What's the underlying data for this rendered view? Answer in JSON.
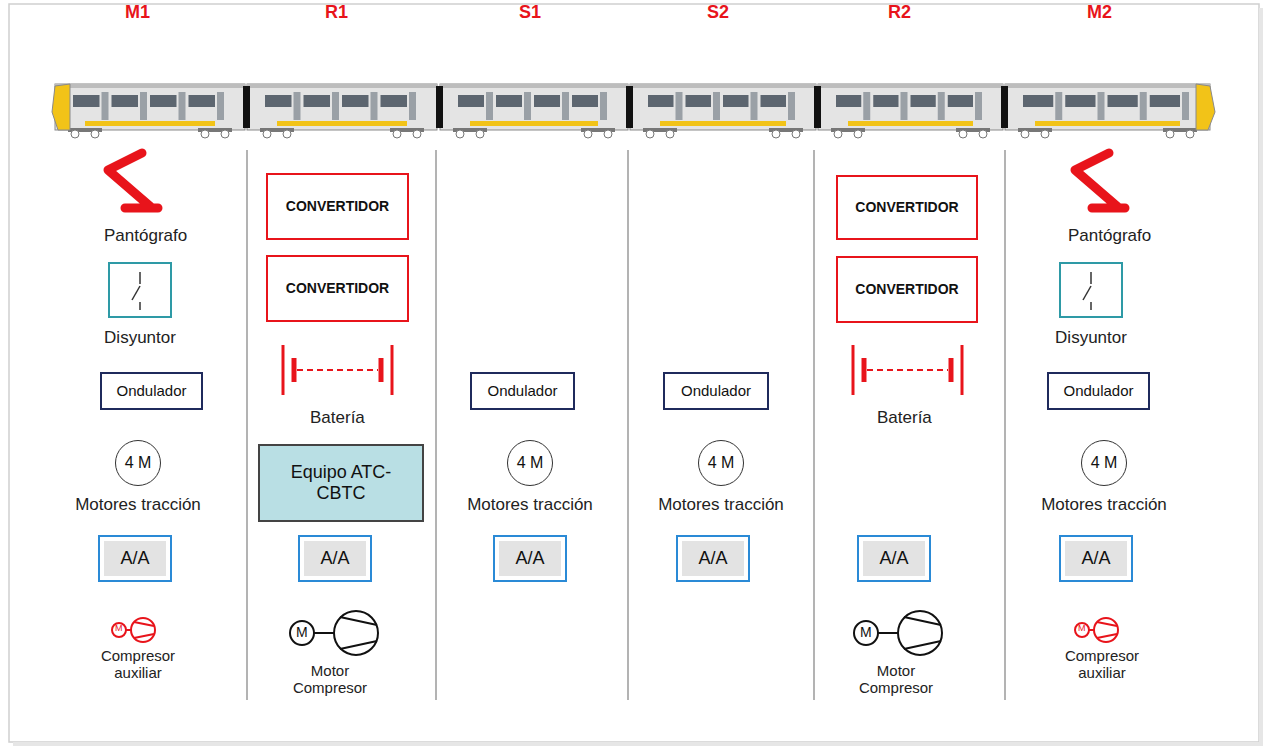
{
  "diagram": {
    "nodes": [
      {
        "text": [
          "CONVERTIDOR"
        ]
      },
      {
        "text": [
          "CONVERTIDOR"
        ]
      },
      {
        "text": [
          "Disyuntor"
        ]
      },
      {
        "text": [
          "CONVERTIDOR"
        ]
      },
      {
        "text": [
          "CONVERTIDOR"
        ]
      },
      {
        "text": [
          "Disyuntor"
        ]
      },
      {
        "text": [
          "Ondulador"
        ]
      },
      {
        "text": [
          "Ondulador"
        ]
      },
      {
        "text": [
          "Ondulador"
        ]
      },
      {
        "text": [
          "Ondulador"
        ]
      },
      {
        "text": [
          "Equipo ATC-CBTC"
        ]
      },
      {
        "text": [
          "4 M",
          "Motores tracción"
        ]
      },
      {
        "text": [
          "4 M",
          "Motores tracción"
        ]
      },
      {
        "text": [
          "4 M",
          "Motores tracción"
        ]
      },
      {
        "text": [
          "4 M",
          "Motores tracción"
        ]
      },
      {
        "text": [
          "A/A"
        ]
      },
      {
        "text": [
          "A/A"
        ]
      },
      {
        "text": [
          "A/A"
        ]
      },
      {
        "text": [
          "A/A"
        ]
      },
      {
        "text": [
          "A/A"
        ]
      },
      {
        "text": [
          "A/A"
        ]
      }
    ],
    "labels": [
      "M1",
      "R1",
      "S1",
      "S2",
      "R2",
      "M2",
      "Pantógrafo",
      "Pantógrafo",
      "Batería",
      "Batería",
      "Compresor auxiliar",
      "Compresor auxiliar",
      "Motor Compresor",
      "Motor Compresor",
      "M",
      "M",
      "M",
      "M"
    ]
  }
}
